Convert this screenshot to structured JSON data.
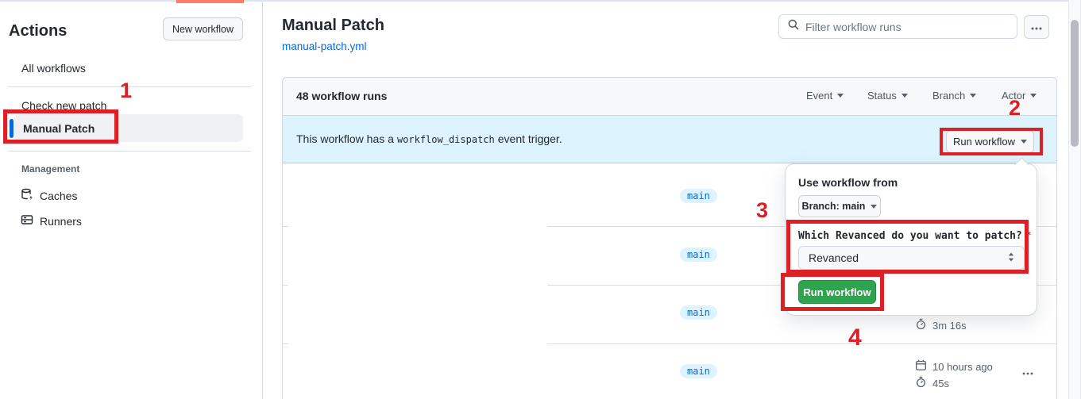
{
  "colors": {
    "accent_blue": "#0969da",
    "banner_blue_bg": "#ddf4ff",
    "annotation_red": "#dd1f26",
    "success_green": "#2da44e"
  },
  "annotations": {
    "step1": "1",
    "step2": "2",
    "step3": "3",
    "step4": "4"
  },
  "sidebar": {
    "title": "Actions",
    "new_workflow_button": "New workflow",
    "items": [
      {
        "label": "All workflows"
      },
      {
        "label": "Check new patch"
      },
      {
        "label": "Manual Patch"
      }
    ],
    "management_label": "Management",
    "management_items": [
      {
        "label": "Caches"
      },
      {
        "label": "Runners"
      }
    ]
  },
  "main_header": {
    "title": "Manual Patch",
    "workflow_file": "manual-patch.yml",
    "search_placeholder": "Filter workflow runs"
  },
  "runs_panel": {
    "count_label": "48 workflow runs",
    "filters": [
      {
        "label": "Event"
      },
      {
        "label": "Status"
      },
      {
        "label": "Branch"
      },
      {
        "label": "Actor"
      }
    ],
    "banner": {
      "text_before": "This workflow has a",
      "code": "workflow_dispatch",
      "text_after": "event trigger.",
      "button_label": "Run workflow"
    },
    "rows": [
      {
        "branch": "main"
      },
      {
        "branch": "main"
      },
      {
        "branch": "main",
        "duration": "3m 16s"
      },
      {
        "branch": "main",
        "time_ago": "10 hours ago",
        "duration": "45s"
      }
    ]
  },
  "run_dialog": {
    "heading": "Use workflow from",
    "branch_selector": "Branch: main",
    "input_label": "Which Revanced do you want to patch?",
    "required_marker": "*",
    "input_value": "Revanced",
    "submit_label": "Run workflow"
  }
}
